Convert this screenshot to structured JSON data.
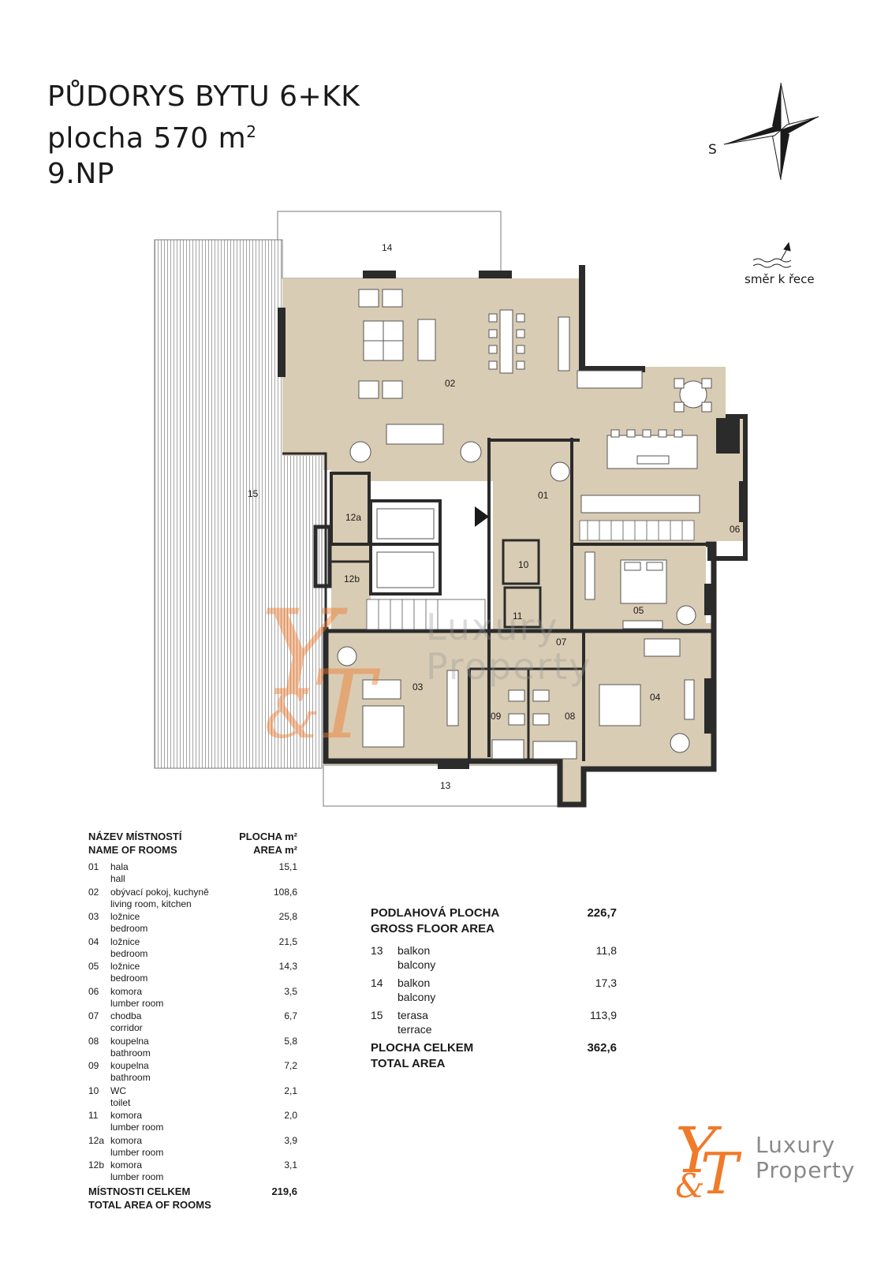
{
  "title": {
    "line1": "PŮDORYS BYTU 6+KK",
    "line2": "plocha 570 m",
    "line2_sup": "2",
    "line3": "9.NP"
  },
  "compass_label": "S",
  "river_label": "směr k řece",
  "plan_labels": {
    "r01": "01",
    "r02": "02",
    "r03": "03",
    "r04": "04",
    "r05": "05",
    "r06": "06",
    "r07": "07",
    "r08": "08",
    "r09": "09",
    "r10": "10",
    "r11": "11",
    "r12a": "12a",
    "r12b": "12b",
    "r13": "13",
    "r14": "14",
    "r15": "15"
  },
  "rooms_table": {
    "header_left_1": "NÁZEV MÍSTNOSTÍ",
    "header_left_2": "NAME OF ROOMS",
    "header_right_1": "PLOCHA m²",
    "header_right_2": "AREA m²",
    "rows": [
      {
        "num": "01",
        "cz": "hala",
        "en": "hall",
        "area": "15,1"
      },
      {
        "num": "02",
        "cz": "obývací pokoj, kuchyně",
        "en": "living room, kitchen",
        "area": "108,6"
      },
      {
        "num": "03",
        "cz": "ložnice",
        "en": "bedroom",
        "area": "25,8"
      },
      {
        "num": "04",
        "cz": "ložnice",
        "en": "bedroom",
        "area": "21,5"
      },
      {
        "num": "05",
        "cz": "ložnice",
        "en": "bedroom",
        "area": "14,3"
      },
      {
        "num": "06",
        "cz": "komora",
        "en": "lumber room",
        "area": "3,5"
      },
      {
        "num": "07",
        "cz": "chodba",
        "en": "corridor",
        "area": "6,7"
      },
      {
        "num": "08",
        "cz": "koupelna",
        "en": "bathroom",
        "area": "5,8"
      },
      {
        "num": "09",
        "cz": "koupelna",
        "en": "bathroom",
        "area": "7,2"
      },
      {
        "num": "10",
        "cz": "WC",
        "en": "toilet",
        "area": "2,1"
      },
      {
        "num": "11",
        "cz": "komora",
        "en": "lumber room",
        "area": "2,0"
      },
      {
        "num": "12a",
        "cz": "komora",
        "en": "lumber room",
        "area": "3,9"
      },
      {
        "num": "12b",
        "cz": "komora",
        "en": "lumber room",
        "area": "3,1"
      }
    ],
    "total_1": "MÍSTNOSTI CELKEM",
    "total_2": "TOTAL AREA OF ROOMS",
    "total_area": "219,6"
  },
  "gross_table": {
    "floor_1": "PODLAHOVÁ PLOCHA",
    "floor_2": "GROSS FLOOR AREA",
    "floor_area": "226,7",
    "rows": [
      {
        "num": "13",
        "cz": "balkon",
        "en": "balcony",
        "area": "11,8"
      },
      {
        "num": "14",
        "cz": "balkon",
        "en": "balcony",
        "area": "17,3"
      },
      {
        "num": "15",
        "cz": "terasa",
        "en": "terrace",
        "area": "113,9"
      }
    ],
    "total_1": "PLOCHA CELKEM",
    "total_2": "TOTAL AREA",
    "total_area": "362,6"
  },
  "logo": {
    "line1": "Luxury",
    "line2": "Property"
  },
  "colors": {
    "room_fill": "#d9ccb4",
    "wall": "#2b2b2b",
    "logo_orange": "#f07a2a",
    "logo_gray": "#8a8a8a"
  }
}
